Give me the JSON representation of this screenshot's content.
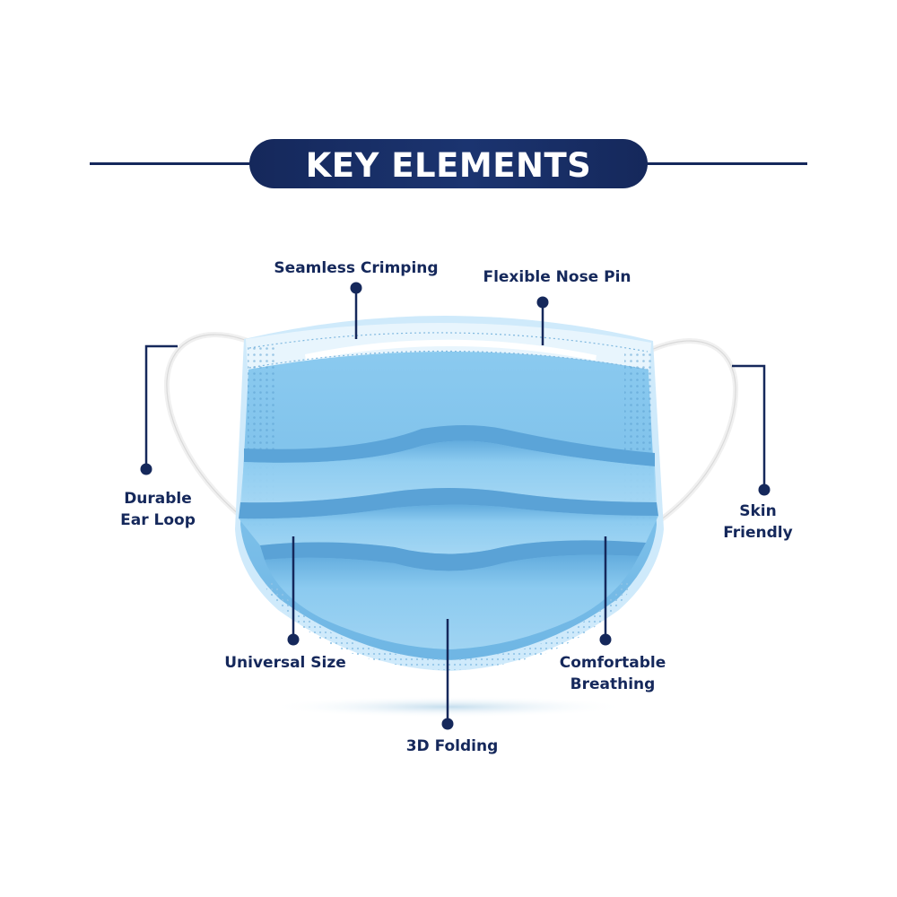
{
  "title": "KEY ELEMENTS",
  "callouts": {
    "seamless_crimping": "Seamless Crimping",
    "flexible_nose_pin": "Flexible Nose Pin",
    "durable_ear_loop": [
      "Durable",
      "Ear Loop"
    ],
    "skin_friendly": [
      "Skin",
      "Friendly"
    ],
    "universal_size": "Universal Size",
    "comfortable_breathing": [
      "Comfortable",
      "Breathing"
    ],
    "folding_3d": "3D Folding"
  },
  "colors": {
    "navy": "#15285b",
    "mask_blue": "#7cc0ea",
    "mask_light": "#bfe3f8",
    "ear_loop": "#f2f2f2",
    "text": "#ffffff"
  }
}
